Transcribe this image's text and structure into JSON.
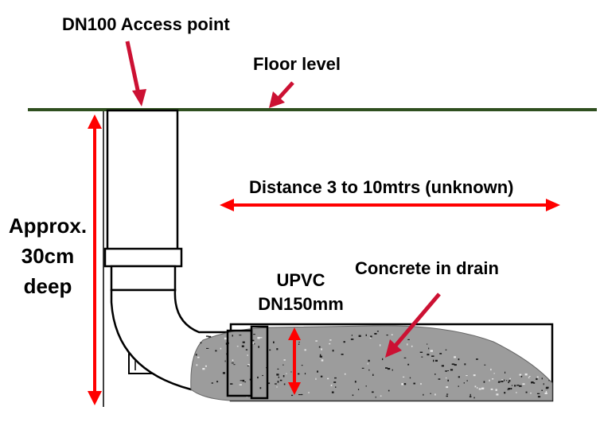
{
  "labels": {
    "access_point": "DN100 Access point",
    "floor_level": "Floor level",
    "distance": "Distance 3 to 10mtrs (unknown)",
    "depth_line1": "Approx.",
    "depth_line2": "30cm",
    "depth_line3": "deep",
    "pipe_line1": "UPVC",
    "pipe_line2": "DN150mm",
    "concrete": "Concrete in drain"
  },
  "colors": {
    "floor_line": "#2f4f1f",
    "arrow_red": "#ff0000",
    "pointer_crimson": "#cc1133",
    "concrete_fill": "#9c9c9c",
    "pipe_stroke": "#000000"
  }
}
